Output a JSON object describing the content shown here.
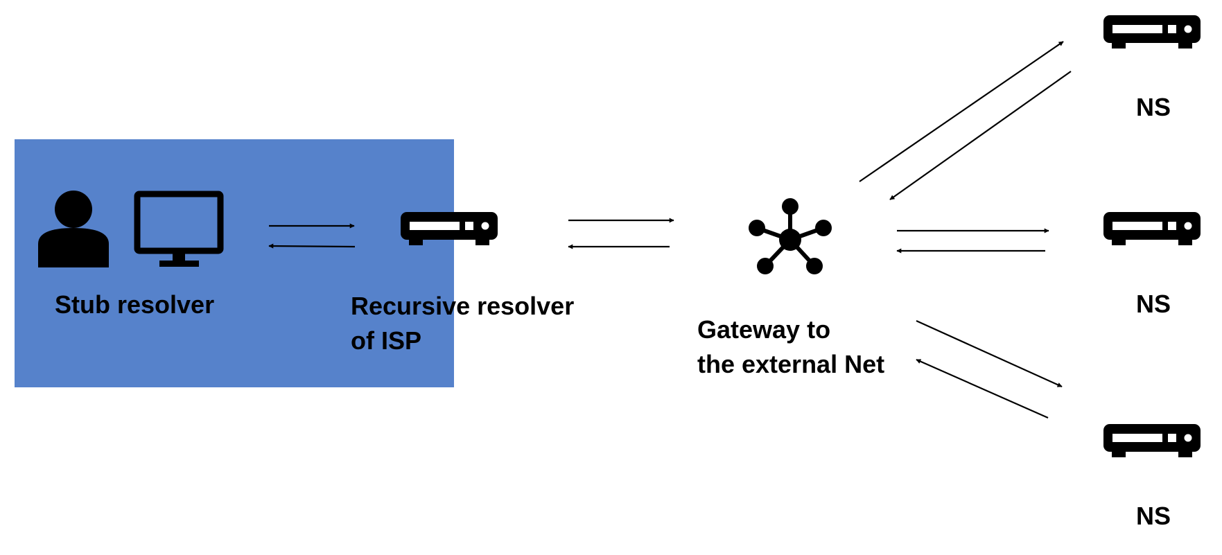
{
  "diagram": {
    "region_color": "#5682CB",
    "ink_color": "#000000",
    "stub_resolver": {
      "label": "Stub resolver"
    },
    "recursive_resolver": {
      "label_line1": "Recursive resolver",
      "label_line2": "of ISP"
    },
    "gateway": {
      "label_line1": "Gateway to",
      "label_line2": "the external Net"
    },
    "name_servers": [
      {
        "label": "NS"
      },
      {
        "label": "NS"
      },
      {
        "label": "NS"
      }
    ],
    "icons": [
      "user-icon",
      "monitor-icon",
      "server-icon",
      "hub-icon"
    ]
  }
}
